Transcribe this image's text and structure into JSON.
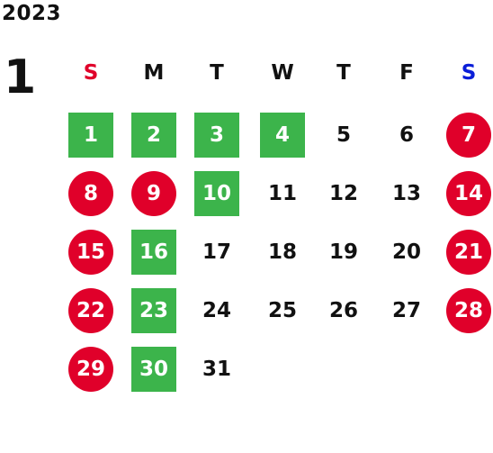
{
  "calendar": {
    "year": "2023",
    "month": "1",
    "weekdays": [
      {
        "label": "S",
        "color": "#e0002a"
      },
      {
        "label": "M",
        "color": "#111111"
      },
      {
        "label": "T",
        "color": "#111111"
      },
      {
        "label": "W",
        "color": "#111111"
      },
      {
        "label": "T",
        "color": "#111111"
      },
      {
        "label": "F",
        "color": "#111111"
      },
      {
        "label": "S",
        "color": "#0a1ed8"
      }
    ],
    "weeks": [
      [
        {
          "day": "1",
          "style": "green"
        },
        {
          "day": "2",
          "style": "green"
        },
        {
          "day": "3",
          "style": "green"
        },
        {
          "day": "4",
          "style": "green"
        },
        {
          "day": "5",
          "style": "plain"
        },
        {
          "day": "6",
          "style": "plain"
        },
        {
          "day": "7",
          "style": "red"
        }
      ],
      [
        {
          "day": "8",
          "style": "red"
        },
        {
          "day": "9",
          "style": "red"
        },
        {
          "day": "10",
          "style": "green"
        },
        {
          "day": "11",
          "style": "plain"
        },
        {
          "day": "12",
          "style": "plain"
        },
        {
          "day": "13",
          "style": "plain"
        },
        {
          "day": "14",
          "style": "red"
        }
      ],
      [
        {
          "day": "15",
          "style": "red"
        },
        {
          "day": "16",
          "style": "green"
        },
        {
          "day": "17",
          "style": "plain"
        },
        {
          "day": "18",
          "style": "plain"
        },
        {
          "day": "19",
          "style": "plain"
        },
        {
          "day": "20",
          "style": "plain"
        },
        {
          "day": "21",
          "style": "red"
        }
      ],
      [
        {
          "day": "22",
          "style": "red"
        },
        {
          "day": "23",
          "style": "green"
        },
        {
          "day": "24",
          "style": "plain"
        },
        {
          "day": "25",
          "style": "plain"
        },
        {
          "day": "26",
          "style": "plain"
        },
        {
          "day": "27",
          "style": "plain"
        },
        {
          "day": "28",
          "style": "red"
        }
      ],
      [
        {
          "day": "29",
          "style": "red"
        },
        {
          "day": "30",
          "style": "green"
        },
        {
          "day": "31",
          "style": "plain"
        }
      ]
    ],
    "colors": {
      "green": "#3cb44b",
      "red": "#e0002a",
      "sunday": "#e0002a",
      "saturday": "#0a1ed8",
      "text": "#111111"
    }
  }
}
